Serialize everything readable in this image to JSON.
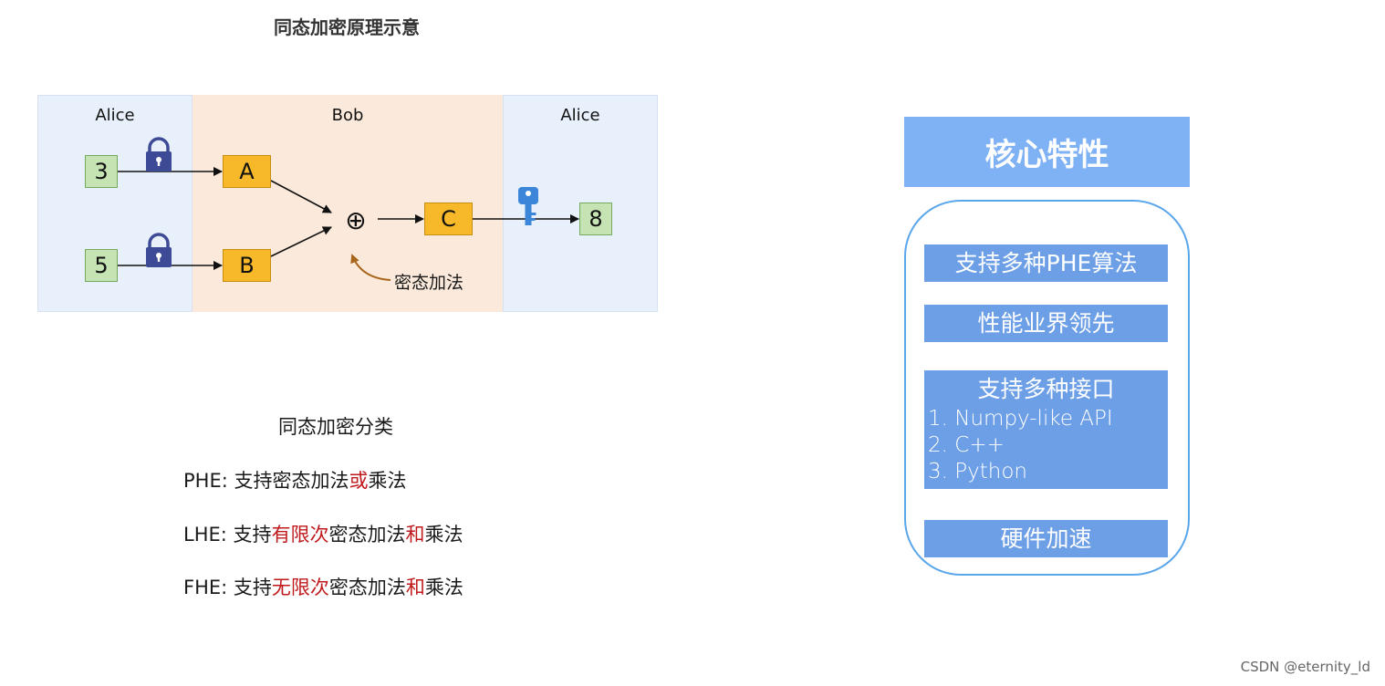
{
  "diagram": {
    "title": "同态加密原理示意",
    "zones": {
      "alice_left": "Alice",
      "bob": "Bob",
      "alice_right": "Alice"
    },
    "plaintext_a": "3",
    "plaintext_b": "5",
    "cipher_a": "A",
    "cipher_b": "B",
    "operator": "⊕",
    "cipher_c": "C",
    "result": "8",
    "operation_note": "密态加法"
  },
  "classification": {
    "title": "同态加密分类",
    "phe": {
      "prefix": "PHE: 支持密态加法",
      "emph": "或",
      "suffix": "乘法"
    },
    "lhe": {
      "prefix": "LHE: 支持",
      "emph1": "有限次",
      "middle": "密态加法",
      "emph2": "和",
      "suffix": "乘法"
    },
    "fhe": {
      "prefix": "FHE: 支持",
      "emph1": "无限次",
      "middle": "密态加法",
      "emph2": "和",
      "suffix": "乘法"
    }
  },
  "features": {
    "header": "核心特性",
    "item1": "支持多种PHE算法",
    "item2": "性能业界领先",
    "item3": {
      "title": "支持多种接口",
      "subs": [
        "1.  Numpy-like API",
        "2.  C++",
        "3.  Python"
      ]
    },
    "item4": "硬件加速"
  },
  "colors": {
    "zone_blue": "#e8f0fb",
    "zone_orange": "#fbeadb",
    "box_green": "#c6e3b4",
    "box_orange": "#f7b92a",
    "lock": "#3d4a96",
    "key": "#3b86d9",
    "emphasis_red": "#c0191c",
    "feature_header": "#7fb1f5",
    "feature_bar": "#6d9fe6"
  },
  "watermark": "CSDN @eternity_ld"
}
